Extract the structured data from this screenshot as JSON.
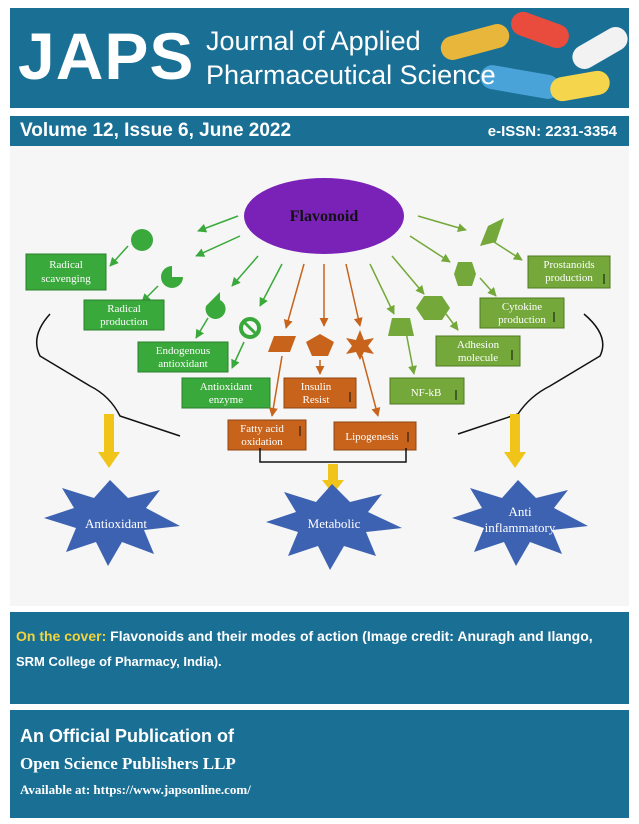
{
  "header": {
    "logo": "JAPS",
    "journal_line1": "Journal of Applied",
    "journal_line2": "Pharmaceutical Science"
  },
  "issue_bar": {
    "volume": "Volume 12, Issue 6, June 2022",
    "issn": "e-ISSN: 2231-3354"
  },
  "diagram": {
    "center": "Flavonoid",
    "green_boxes": [
      "Radical scavenging",
      "Radical production",
      "Endogenous antioxidant",
      "Antioxidant enzyme"
    ],
    "green_right_boxes": [
      "Prostanoids production",
      "Cytokine production",
      "Adhesion molecule",
      "NF-kB"
    ],
    "orange_boxes": [
      "Insulin Resist",
      "Fatty acid oxidation",
      "Lipogenesis"
    ],
    "stars": [
      "Antioxidant",
      "Metabolic",
      "Anti inflammatory"
    ],
    "colors": {
      "green": "#39a93b",
      "olive": "#74a83a",
      "orange": "#c8631c",
      "purple": "#7a22b8",
      "star": "#3d62b2",
      "arrow_yellow": "#f0c419"
    }
  },
  "caption": {
    "label": "On the cover:",
    "text1": "Flavonoids and their modes of action (Image credit: Anuragh and Ilango,",
    "text2": "SRM College of Pharmacy, India)."
  },
  "footer": {
    "line1": "An Official Publication of",
    "line2": "Open Science Publishers LLP",
    "line3": "Available at: https://www.japsonline.com/"
  }
}
